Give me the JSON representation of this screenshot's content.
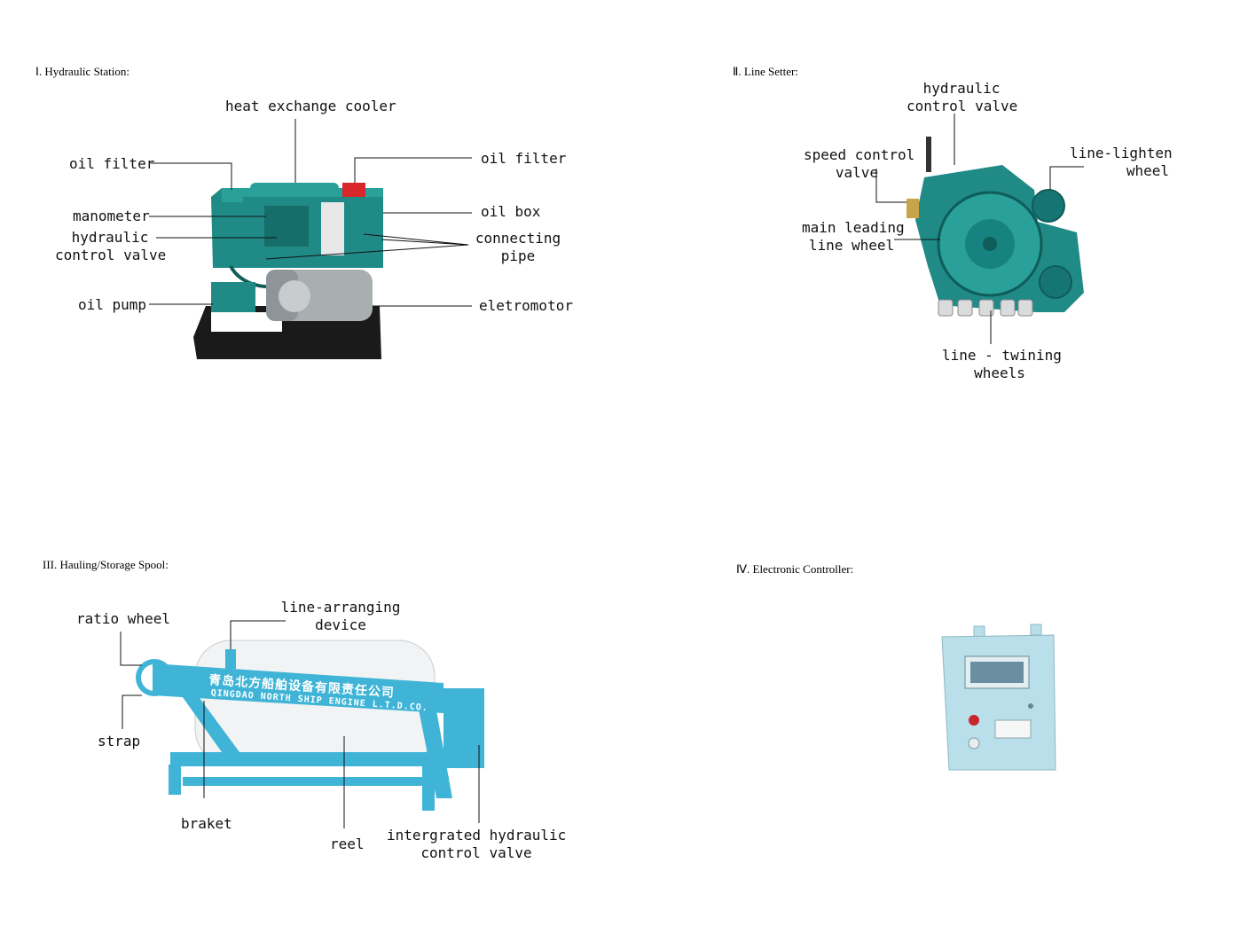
{
  "sections": {
    "s1": {
      "title": "Ⅰ. Hydraulic Station:",
      "labels": {
        "heat_exchange_cooler": "heat exchange cooler",
        "oil_filter_left": "oil filter",
        "oil_filter_right": "oil filter",
        "manometer": "manometer",
        "hydraulic_control_valve": [
          "hydraulic",
          "control valve"
        ],
        "oil_box": "oil box",
        "connecting_pipe": [
          "connecting",
          "pipe"
        ],
        "oil_pump": "oil pump",
        "eletromotor": "eletromotor"
      }
    },
    "s2": {
      "title": "Ⅱ. Line Setter:",
      "labels": {
        "hydraulic_control_valve": [
          "hydraulic",
          "control valve"
        ],
        "speed_control_valve": [
          "speed control",
          "valve"
        ],
        "line_lighten_wheel": [
          "line-lighten",
          "wheel"
        ],
        "main_leading_line_wheel": [
          "main leading",
          "line wheel"
        ],
        "line_twining_wheels": [
          "line - twining",
          "wheels"
        ]
      }
    },
    "s3": {
      "title": "III. Hauling/Storage Spool:",
      "labels": {
        "ratio_wheel": "ratio wheel",
        "line_arranging_device": [
          "line-arranging",
          "device"
        ],
        "strap": "strap",
        "braket": "braket",
        "reel": "reel",
        "intergrated_hydraulic_control_valve": [
          "intergrated hydraulic",
          "control valve"
        ]
      },
      "banner_cn": "青岛北方船舶设备有限责任公司",
      "banner_en": "QINGDAO NORTH SHIP ENGINE L.T.D.CO."
    },
    "s4": {
      "title": "Ⅳ. Electronic Controller:"
    }
  },
  "colors": {
    "machine_teal": "#1f8a86",
    "machine_dark": "#0f5c59",
    "spool_blue": "#3fb4d6",
    "controller_blue": "#b9dfea"
  }
}
